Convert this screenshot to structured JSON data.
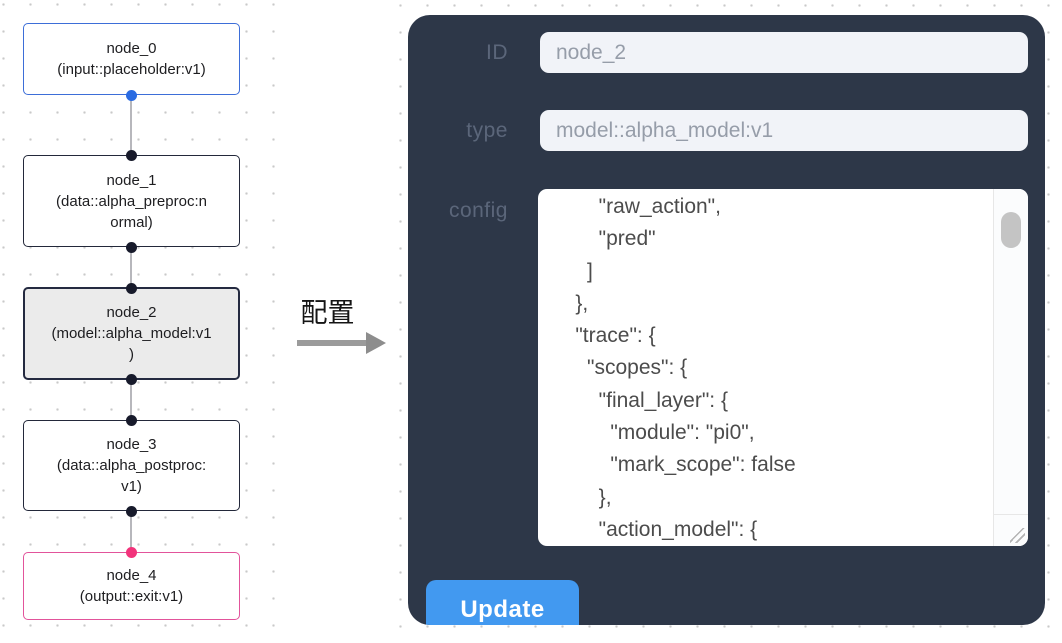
{
  "flow": {
    "nodes": [
      {
        "id": "node_0",
        "subtitle": "(input::placeholder:v1)",
        "variant": "input",
        "ports": {
          "top": null,
          "bottom": "blue"
        }
      },
      {
        "id": "node_1",
        "subtitle": "(data::alpha_preproc:n\normal)",
        "variant": "default",
        "ports": {
          "top": "dark",
          "bottom": "dark"
        }
      },
      {
        "id": "node_2",
        "subtitle": "(model::alpha_model:v1\n)",
        "variant": "selected",
        "ports": {
          "top": "dark",
          "bottom": "dark"
        }
      },
      {
        "id": "node_3",
        "subtitle": "(data::alpha_postproc:\nv1)",
        "variant": "default",
        "ports": {
          "top": "dark",
          "bottom": "dark"
        }
      },
      {
        "id": "node_4",
        "subtitle": "(output::exit:v1)",
        "variant": "output",
        "ports": {
          "top": "pink",
          "bottom": null
        }
      }
    ]
  },
  "arrow": {
    "label": "配置"
  },
  "panel": {
    "fields": {
      "id": {
        "label": "ID",
        "value": "node_2"
      },
      "type": {
        "label": "type",
        "value": "model::alpha_model:v1"
      },
      "config": {
        "label": "config",
        "value": "        \"raw_action\",\n        \"pred\"\n      ]\n    },\n    \"trace\": {\n      \"scopes\": {\n        \"final_layer\": {\n          \"module\": \"pi0\",\n          \"mark_scope\": false\n        },\n        \"action_model\": {"
      }
    },
    "update_label": "Update"
  },
  "colors": {
    "panel_bg": "#2d3748",
    "button_blue": "#4299f0",
    "node_input_border": "#3d6ed8",
    "node_output_border": "#e2539b",
    "node_selected_bg": "#ebebeb",
    "port_blue": "#2a6be2",
    "port_dark": "#171a2b",
    "port_pink": "#f2337b"
  }
}
